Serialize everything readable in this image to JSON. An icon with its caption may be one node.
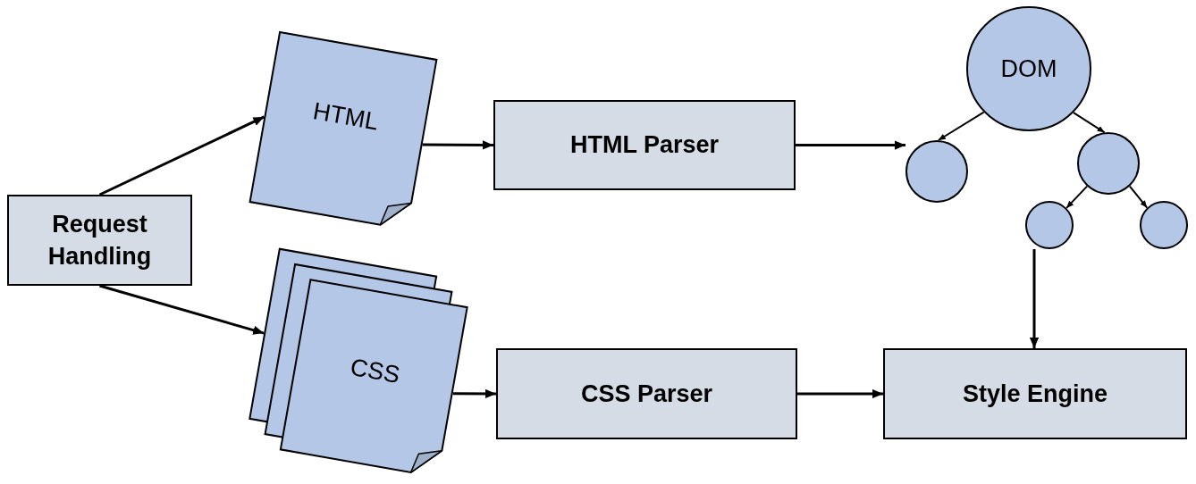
{
  "diagram": {
    "nodes": [
      {
        "text": [
          "Request Handling"
        ]
      },
      {
        "text": [
          "HTML"
        ]
      },
      {
        "text": [
          "HTML Parser"
        ]
      },
      {
        "text": [
          "DOM"
        ]
      },
      {
        "text": [],
        "shape": "circle"
      },
      {
        "text": [],
        "shape": "circle"
      },
      {
        "text": [],
        "shape": "circle"
      },
      {
        "text": [],
        "shape": "circle"
      },
      {
        "text": [
          "CSS"
        ]
      },
      {
        "text": [
          "CSS Parser"
        ]
      },
      {
        "text": [
          "Style Engine"
        ]
      }
    ],
    "edges": [
      {
        "from": 0,
        "to": 1,
        "arrow": "to"
      },
      {
        "from": 0,
        "to": 8,
        "arrow": "to"
      },
      {
        "from": 1,
        "to": 2,
        "arrow": "to"
      },
      {
        "from": 2,
        "to": 4,
        "arrow": "to"
      },
      {
        "from": 3,
        "to": 4,
        "arrow": "to"
      },
      {
        "from": 3,
        "to": 5,
        "arrow": "to"
      },
      {
        "from": 5,
        "to": 6,
        "arrow": "to"
      },
      {
        "from": 5,
        "to": 7,
        "arrow": "to"
      },
      {
        "from": 6,
        "to": 10,
        "arrow": "to"
      },
      {
        "from": 8,
        "to": 9,
        "arrow": "to"
      },
      {
        "from": 9,
        "to": 10,
        "arrow": "to"
      }
    ]
  }
}
